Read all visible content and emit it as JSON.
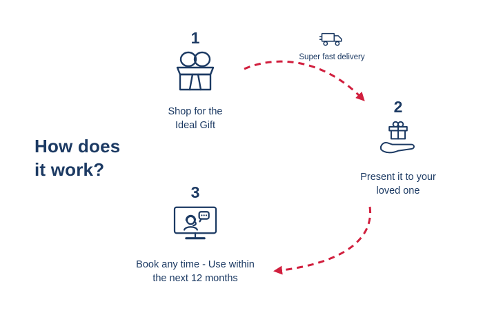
{
  "heading": "How does\nit work?",
  "colors": {
    "navy": "#1c3a63",
    "red": "#d11f3e",
    "background": "#ffffff"
  },
  "delivery": {
    "label": "Super fast delivery",
    "icon": "delivery-truck-icon"
  },
  "steps": [
    {
      "number": "1",
      "label": "Shop for the\nIdeal Gift",
      "icon": "gift-box-icon"
    },
    {
      "number": "2",
      "label": "Present it to your\nloved one",
      "icon": "hand-holding-gift-icon"
    },
    {
      "number": "3",
      "label": "Book any time - Use within\nthe next 12 months",
      "icon": "support-monitor-icon"
    }
  ],
  "arrows": [
    {
      "name": "arrow-step1-to-step2",
      "style": "dashed",
      "color": "#d11f3e"
    },
    {
      "name": "arrow-step2-to-step3",
      "style": "dashed",
      "color": "#d11f3e"
    }
  ]
}
